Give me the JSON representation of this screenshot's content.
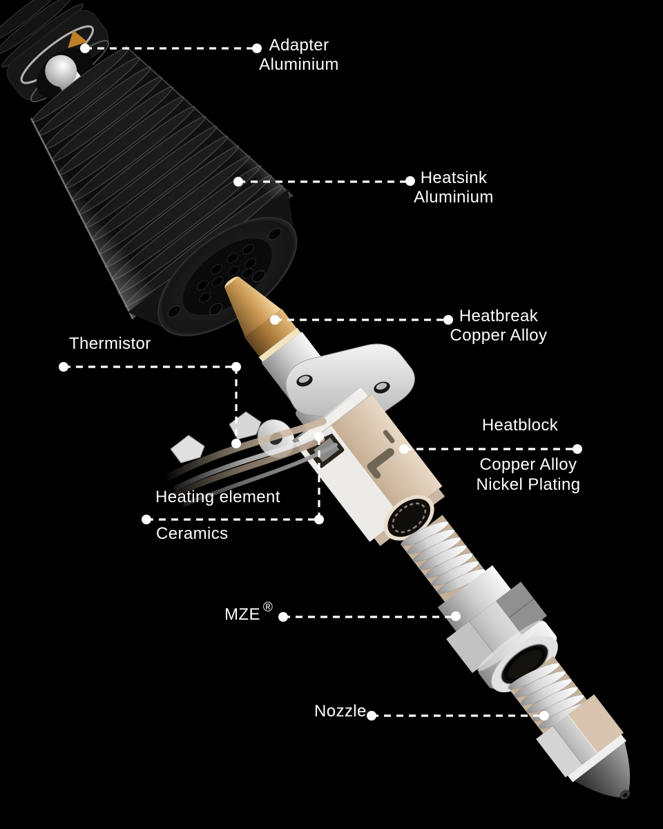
{
  "page": {
    "background_color": "#000000",
    "label_text_color": "#ffffff",
    "leader_line_color": "#ffffff"
  },
  "diagram": {
    "subject": "hotend-exploded-view",
    "labels": [
      {
        "id": "adapter",
        "lines": [
          "Adapter",
          "Aluminium"
        ]
      },
      {
        "id": "heatsink",
        "lines": [
          "Heatsink",
          "Aluminium"
        ]
      },
      {
        "id": "heatbreak",
        "lines": [
          "Heatbreak",
          "Copper Alloy"
        ]
      },
      {
        "id": "thermistor",
        "lines": [
          "Thermistor"
        ]
      },
      {
        "id": "heatblock",
        "lines": [
          "Heatblock",
          "Copper Alloy",
          "Nickel Plating"
        ]
      },
      {
        "id": "heating-element",
        "lines": [
          "Heating element",
          "Ceramics"
        ]
      },
      {
        "id": "mze",
        "lines": [
          "MZE"
        ],
        "registered_mark": "®"
      },
      {
        "id": "nozzle",
        "lines": [
          "Nozzle"
        ]
      }
    ],
    "part_colors": {
      "heatsink_anodized_black": "#161616",
      "brass_copper_alloy": "#cd9a55",
      "nickel_plated_copper": "#d8c4ae",
      "steel_silver": "#cfcfcf"
    }
  }
}
